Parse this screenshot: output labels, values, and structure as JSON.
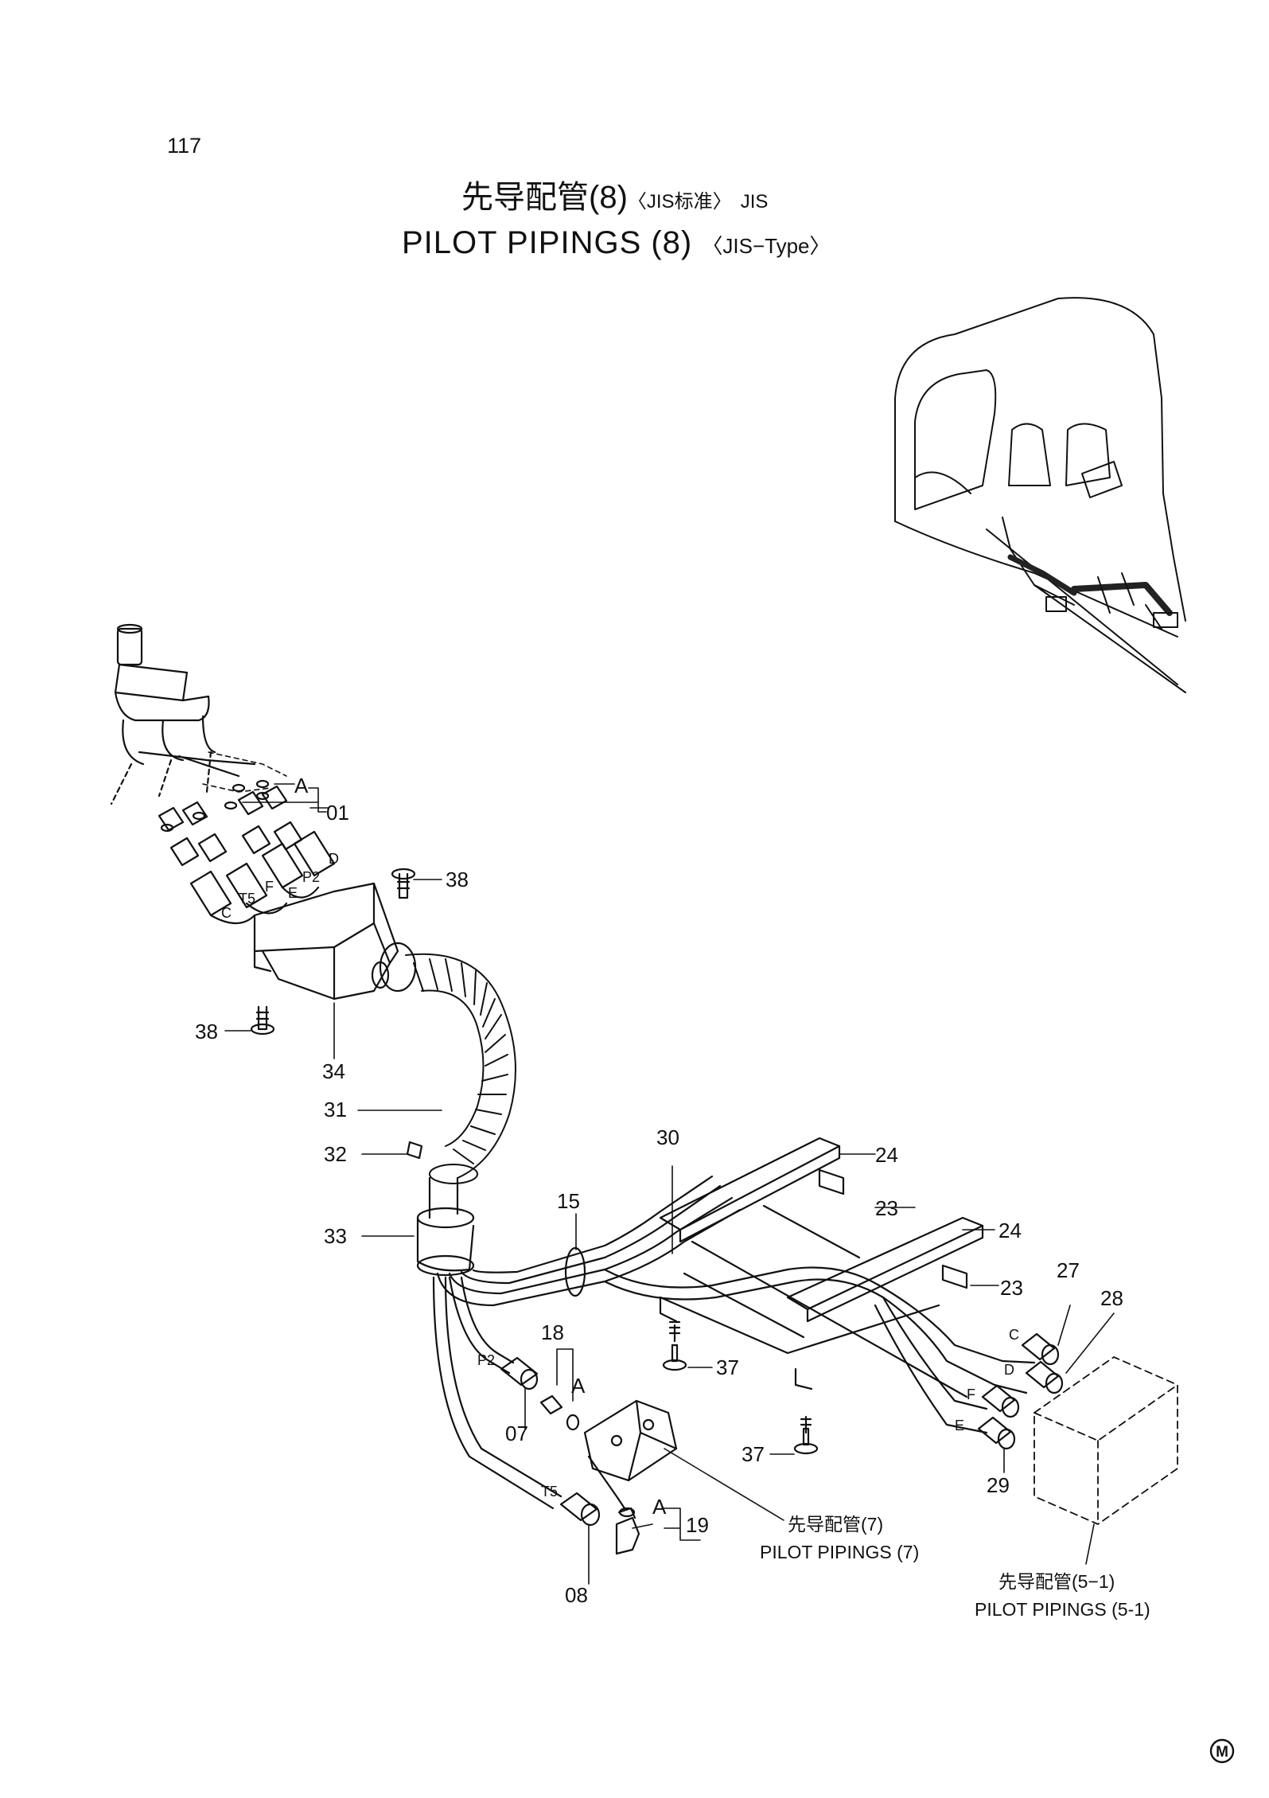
{
  "page_number": "117",
  "title_cn": {
    "main": "先导配管(8)",
    "variant": "〈JIS标准〉",
    "code": "JIS"
  },
  "title_en": {
    "main": "PILOT  PIPINGS  (8)",
    "variant": "〈JIS−Type〉"
  },
  "part_labels": {
    "p01": "01",
    "p07": "07",
    "p08": "08",
    "p15": "15",
    "p18": "18",
    "p19": "19",
    "p23a": "23",
    "p23b": "23",
    "p24a": "24",
    "p24b": "24",
    "p27": "27",
    "p28": "28",
    "p29": "29",
    "p30": "30",
    "p31": "31",
    "p32": "32",
    "p33": "33",
    "p34": "34",
    "p37a": "37",
    "p37b": "37",
    "p38a": "38",
    "p38b": "38"
  },
  "detail_marks": {
    "a_top": "A",
    "a_mid": "A",
    "a_bottom": "A"
  },
  "port_labels": {
    "d_top": "D",
    "p2_top": "P2",
    "f_top": "F",
    "e_top": "E",
    "t5_top": "T5",
    "c_top": "C",
    "p2_low": "P2",
    "t5_low": "T5",
    "c_right": "C",
    "d_right": "D",
    "f_right": "F",
    "e_right": "E"
  },
  "references": {
    "ref7": {
      "cn": "先导配管(7)",
      "en": "PILOT PIPINGS (7)"
    },
    "ref51": {
      "cn": "先导配管(5−1)",
      "en": "PILOT PIPINGS (5-1)"
    }
  },
  "corner_mark": "M"
}
